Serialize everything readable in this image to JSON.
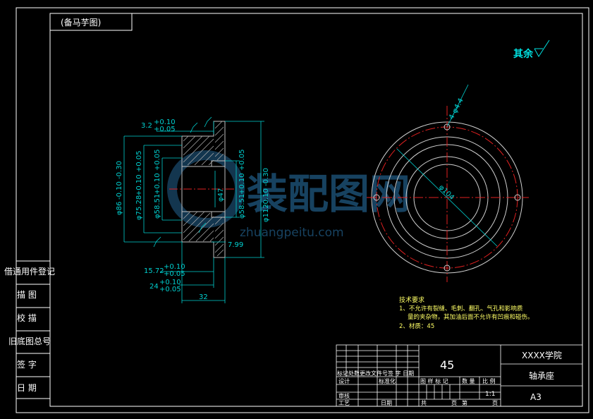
{
  "frame": {
    "top_tag": "(备马芋图)",
    "roughness_note": "其余"
  },
  "left_column": {
    "items": [
      "借通用件登记",
      "描  图",
      "校  描",
      "旧底图总号",
      "签  字",
      "日  期"
    ]
  },
  "section_view": {
    "dims": {
      "d1": "3.2",
      "d1_tol_up": "+0.10",
      "d1_tol_lo": "+0.05",
      "d_phi86": "φ86",
      "d_phi86_tol": "-0.10 -0.30",
      "d_phi75": "φ75.28",
      "d_phi75_tol": "+0.10 +0.05",
      "d_phi58_left": "φ58.51",
      "d_phi58_left_tol": "+0.10 +0.05",
      "d_phi47": "φ47",
      "d_phi58_right": "φ58.51",
      "d_phi58_right_tol": "+0.10 +0.05",
      "d_phi112": "φ112",
      "d_phi112_tol": "-0.10 -0.30",
      "d_799": "7.99",
      "d_1572": "15.72",
      "d_1572_up": "+0.10",
      "d_1572_lo": "+0.05",
      "d_24": "24",
      "d_24_up": "+0.10",
      "d_24_lo": "+0.05",
      "d_32": "32"
    }
  },
  "front_view": {
    "hole_label": "4-φ4.4",
    "pcd_label": "φ104"
  },
  "tech_requirements": {
    "title": "技术要求",
    "line1": "1、不允许有裂缝、毛刺、翻孔、气孔和影响质",
    "line2": "量的夹杂物，其加油后面不允许有凹痕和碰伤。",
    "line3": "2、材质：45"
  },
  "title_block": {
    "material": "45",
    "school": "XXXX学院",
    "part_name": "轴承座",
    "sheet_size": "A3",
    "scale": "1:1",
    "labels": {
      "revision_row": "标记处数更改文件号签 字 日期",
      "design": "设计",
      "standardize": "标准化",
      "review": "审核",
      "process": "工艺",
      "date": "日期",
      "stage_row": "图 样 标 记",
      "weight": "数 量",
      "ratio": "比 例",
      "total": "共",
      "sheet": "页",
      "page_no": "第",
      "page": "页"
    }
  },
  "watermark": {
    "cn": "装配图网",
    "url": "zhuangpeitu.com"
  },
  "colors": {
    "frame": "#ffffff",
    "dimension": "#00e0e0",
    "centerline": "#e02020",
    "text_note": "#ffff66",
    "hatch": "#c0c0c0"
  }
}
